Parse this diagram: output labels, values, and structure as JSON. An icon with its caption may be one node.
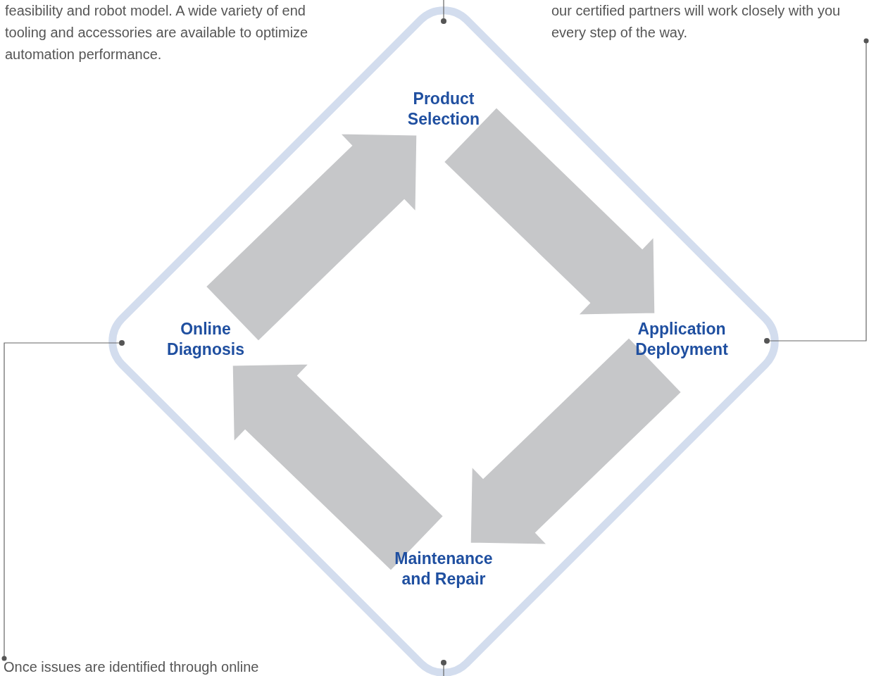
{
  "diagram": {
    "nodes": [
      {
        "text": [
          "feasibility and robot model. A wide variety of end tooling and accessories are available to optimize automation performance."
        ]
      },
      {
        "text": [
          "our certified partners will work closely with you every step of the way."
        ]
      },
      {
        "text": [
          "Product Selection"
        ]
      },
      {
        "text": [
          "Online Diagnosis"
        ]
      },
      {
        "text": [
          "Application Deployment"
        ]
      },
      {
        "text": [
          "Maintenance and Repair"
        ]
      },
      {
        "text": [
          "Once issues are identified through online"
        ]
      },
      {
        "text": [],
        "shape": "circle"
      },
      {
        "text": [],
        "shape": "circle"
      },
      {
        "text": [],
        "shape": "circle"
      },
      {
        "text": [],
        "shape": "circle"
      }
    ],
    "edges": [
      {
        "from": 2,
        "to": 4,
        "arrow": "to",
        "style": "thick",
        "color": "#c6c7c9"
      },
      {
        "from": 4,
        "to": 5,
        "arrow": "to",
        "style": "thick",
        "color": "#c6c7c9"
      },
      {
        "from": 5,
        "to": 3,
        "arrow": "to",
        "style": "thick",
        "color": "#c6c7c9"
      },
      {
        "from": 3,
        "to": 2,
        "arrow": "to",
        "style": "thick",
        "color": "#c6c7c9"
      },
      {
        "from": 1,
        "to": 9,
        "arrow": "other",
        "color": "#666666"
      },
      {
        "from": 6,
        "to": 8,
        "arrow": "other",
        "color": "#666666"
      },
      {
        "from": null,
        "to": 7,
        "arrow": "none",
        "color": "#666666"
      },
      {
        "from": null,
        "to": 10,
        "arrow": "none",
        "color": "#666666"
      }
    ]
  }
}
